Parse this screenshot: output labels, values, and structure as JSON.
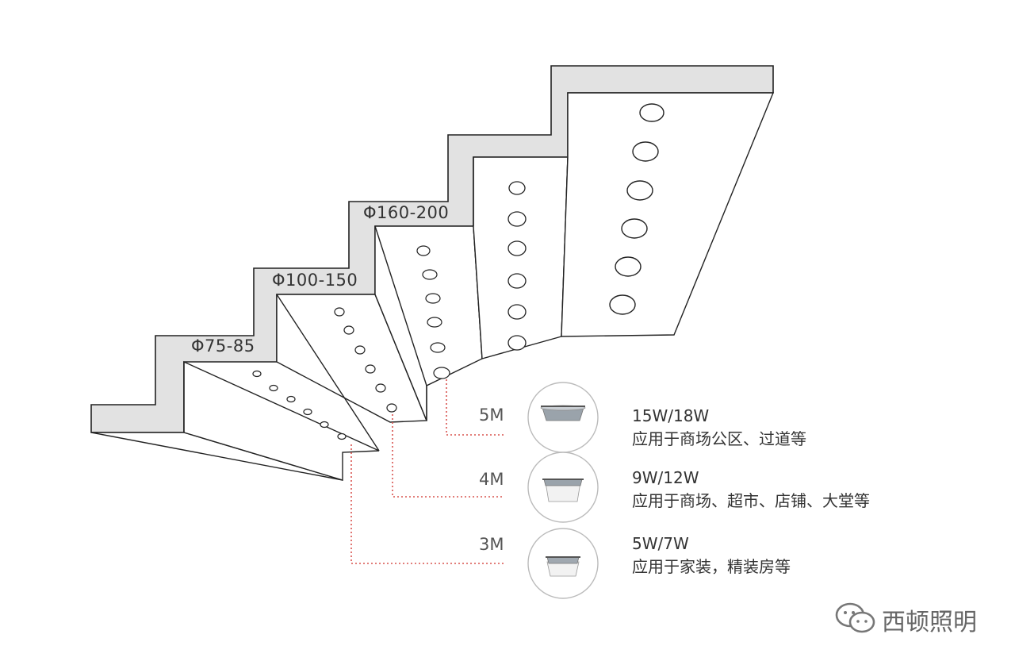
{
  "diaMeterLabels": [
    {
      "text": "Φ75-85"
    },
    {
      "text": "Φ100-150"
    },
    {
      "text": "Φ160-200"
    }
  ],
  "heights": [
    {
      "text": "5M"
    },
    {
      "text": "4M"
    },
    {
      "text": "3M"
    }
  ],
  "specs": [
    {
      "power": "15W/18W",
      "usage": "应用于商场公区、过道等"
    },
    {
      "power": "9W/12W",
      "usage": "应用于商场、超市、店铺、大堂等"
    },
    {
      "power": "5W/7W",
      "usage": "应用于家装，精装房等"
    }
  ],
  "watermark": {
    "text": "西顿照明",
    "icon": "wechat-icon"
  },
  "colors": {
    "ceiling": "#e2e2e2",
    "line": "#222222",
    "leader": "#d9534f",
    "circle": "#bbbbbb"
  }
}
